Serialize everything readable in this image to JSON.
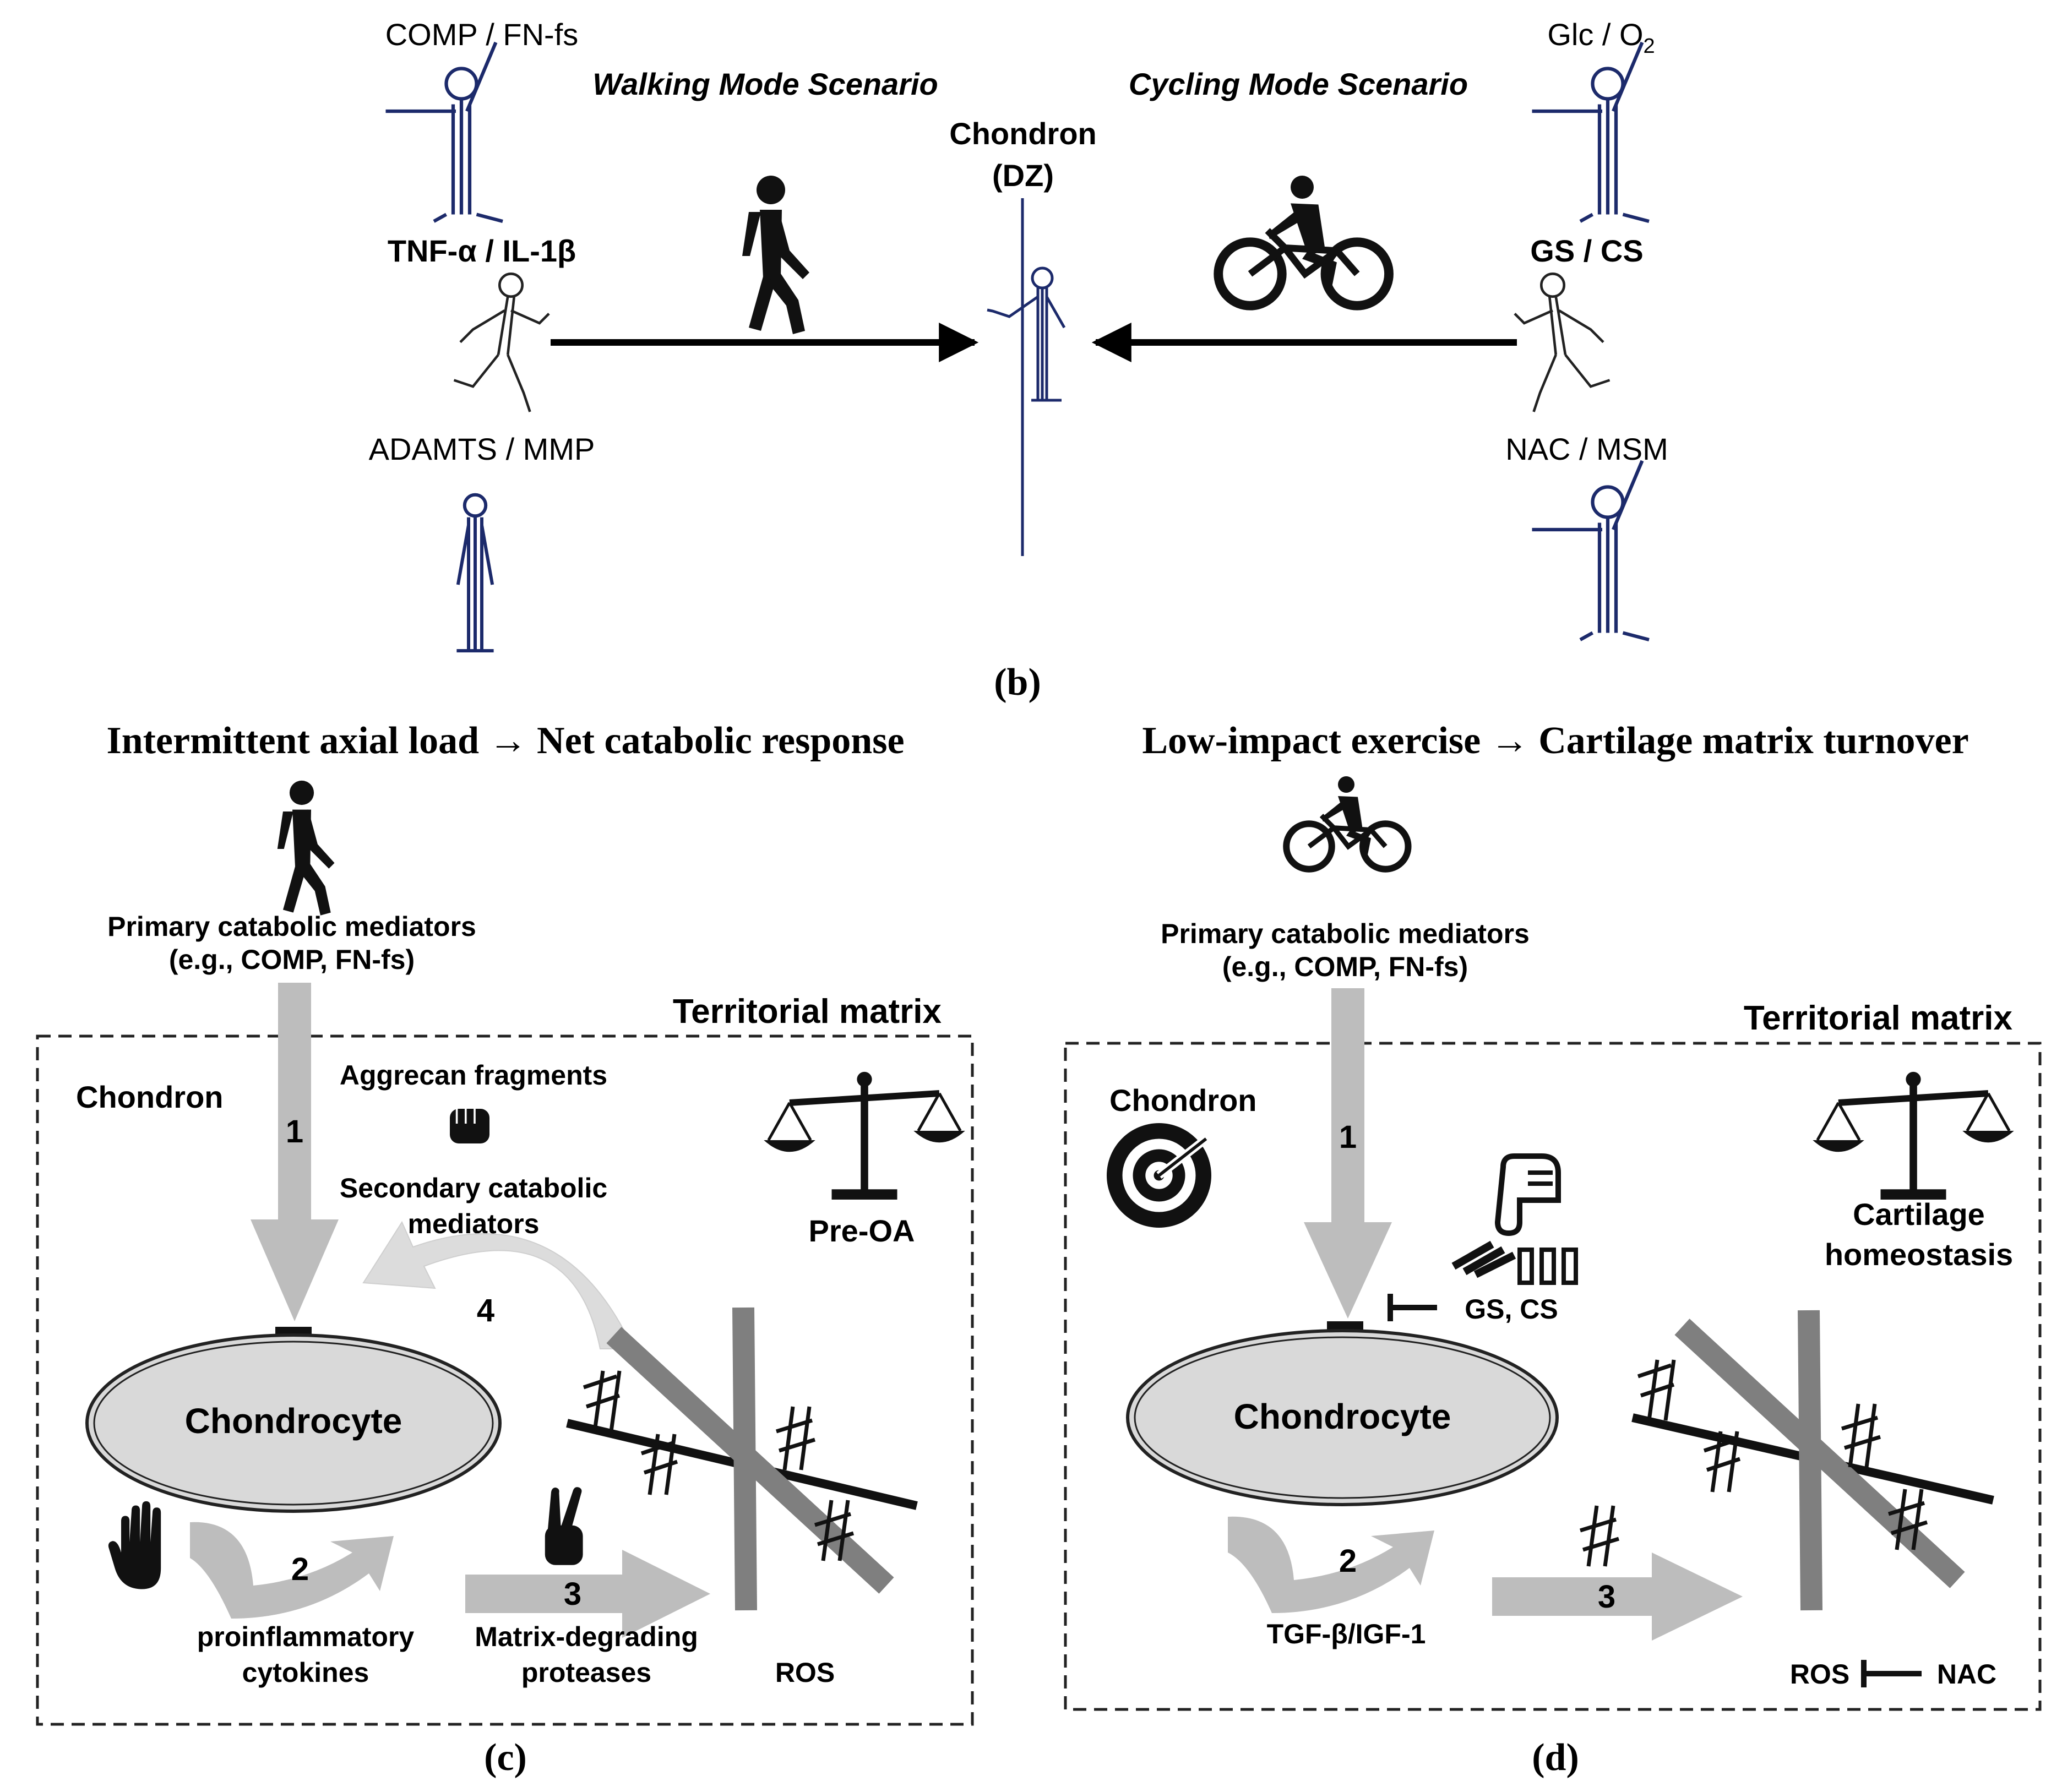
{
  "panel_b": {
    "panel_label": "(b)",
    "walking_title": "Walking Mode Scenario",
    "cycling_title": "Cycling Mode Scenario",
    "chondron_line1": "Chondron",
    "chondron_line2": "(DZ)",
    "left_labels": [
      "COMP / FN-fs",
      "TNF-α / IL-1β",
      "ADAMTS / MMP"
    ],
    "right_label_glc": "Glc / O",
    "right_label_glc_sub": "2",
    "right_labels": [
      "GS / CS",
      "NAC / MSM"
    ]
  },
  "panel_c": {
    "panel_label": "(c)",
    "heading": "Intermittent axial load → Net catabolic response",
    "mediators_line1": "Primary catabolic mediators",
    "mediators_line2": "(e.g., COMP, FN-fs)",
    "territorial_matrix": "Territorial matrix",
    "chondron": "Chondron",
    "aggrecan": "Aggrecan fragments",
    "secondary_line1": "Secondary catabolic",
    "secondary_line2": "mediators",
    "pre_oa": "Pre-OA",
    "chondrocyte": "Chondrocyte",
    "step1": "1",
    "step2": "2",
    "step3": "3",
    "step4": "4",
    "cytokines_line1": "proinflammatory",
    "cytokines_line2": "cytokines",
    "proteases_line1": "Matrix-degrading",
    "proteases_line2": "proteases",
    "ros": "ROS"
  },
  "panel_d": {
    "panel_label": "(d)",
    "heading": "Low-impact exercise → Cartilage matrix turnover",
    "mediators_line1": "Primary catabolic mediators",
    "mediators_line2": "(e.g., COMP, FN-fs)",
    "territorial_matrix": "Territorial matrix",
    "chondron": "Chondron",
    "homeostasis_line1": "Cartilage",
    "homeostasis_line2": "homeostasis",
    "gs_cs": "GS, CS",
    "chondrocyte": "Chondrocyte",
    "step1": "1",
    "step2": "2",
    "step3": "3",
    "growth_factors": "TGF-β/IGF-1",
    "ros": "ROS",
    "nac": "NAC"
  },
  "colors": {
    "ink": "#000000",
    "figure_stroke": "#1c2a6b",
    "arrow_gray": "#bdbdbd",
    "arrow_light": "#dcdcdc",
    "cell_fill": "#d9d9d9",
    "bar_gray": "#7f7f7f"
  }
}
